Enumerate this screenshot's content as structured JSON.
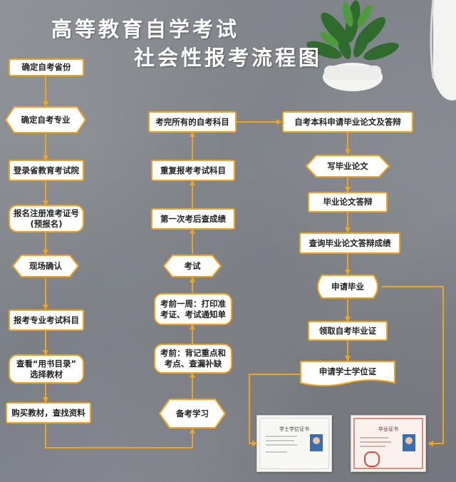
{
  "title": {
    "line1": "高等教育自学考试",
    "line2": "社会性报考流程图"
  },
  "colors": {
    "accent": "#f2a31c",
    "box_fill": "#ffffff",
    "background": "#82868c",
    "title_text": "#ffffff"
  },
  "nodes": {
    "province": "确定自考省份",
    "major": "确定自考专业",
    "login": "登录省教育考试院",
    "register_l1": "报名注册准考证号",
    "register_l2": "(预报名)",
    "confirm": "现场确认",
    "enroll": "报考专业考试科目",
    "booklist_l1": "查看“用书目录”",
    "booklist_l2": "选择教材",
    "buy": "购买教材，查找资料",
    "study": "备考学习",
    "review_l1": "考前：背记重点和",
    "review_l2": "考点、查漏补缺",
    "print_l1": "考前一周：打印准",
    "print_l2": "考证、考试通知单",
    "exam": "考试",
    "check_score": "第一次考后查成绩",
    "repeat": "重复报考考试科目",
    "finish": "考完所有的自考科目",
    "apply_thesis": "自考本科申请毕业论文及答辩",
    "write_thesis": "写毕业论文",
    "defense": "毕业论文答辩",
    "defense_score": "查询毕业论文答辩成绩",
    "graduate": "申请毕业",
    "get_cert": "领取自考毕业证",
    "degree": "申请学士学位证"
  },
  "certificates": {
    "degree_cert_title": "学士学位证书",
    "diploma_title": "毕业证书"
  },
  "icons": {
    "plant": "potted-plant-icon",
    "cup": "coffee-cup-icon"
  }
}
